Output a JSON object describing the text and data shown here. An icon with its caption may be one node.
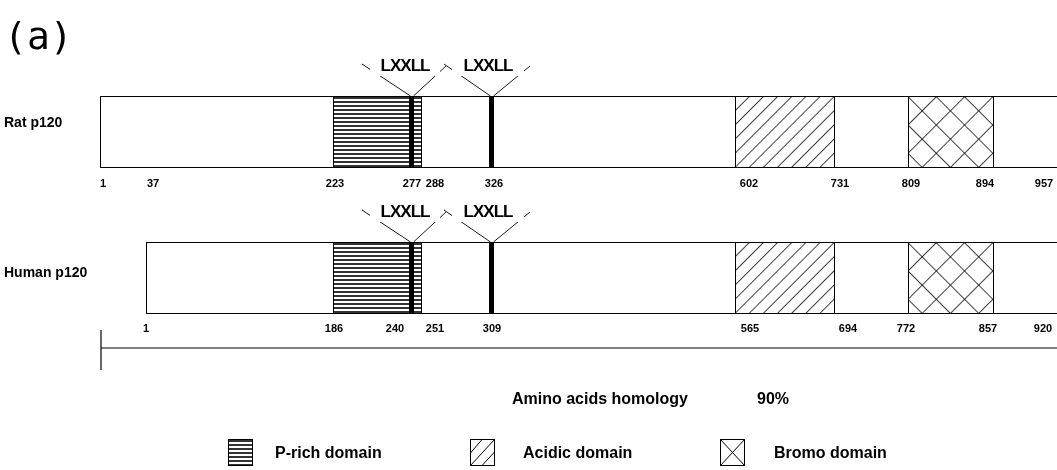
{
  "diagram": {
    "nodes": [
      {
        "text": [
          "LXXLL"
        ]
      },
      {
        "text": [
          "LXXLL"
        ]
      },
      {
        "text": [
          "Rat p120"
        ]
      },
      {
        "text": [],
        "shape": "bar",
        "in": 12
      },
      {
        "text": [],
        "shape": "bar",
        "in": 2
      },
      {
        "text": [
          "LXXLL"
        ]
      },
      {
        "text": [
          "LXXLL"
        ]
      },
      {
        "text": [
          "Human p120"
        ]
      },
      {
        "text": [],
        "shape": "bar",
        "in": 15
      },
      {
        "text": [],
        "shape": "bar",
        "in": 7
      },
      {
        "text": [],
        "shape": "box",
        "in": 2
      },
      {
        "text": [],
        "shape": "box",
        "in": 2
      },
      {
        "text": [],
        "shape": "box",
        "in": 2
      },
      {
        "text": [],
        "shape": "box",
        "in": 7
      },
      {
        "text": [],
        "shape": "box",
        "in": 7
      },
      {
        "text": [],
        "shape": "box",
        "in": 7
      }
    ],
    "edges": [
      {
        "from": 0,
        "to": 3,
        "arrow": "none"
      },
      {
        "from": 1,
        "to": 4,
        "arrow": "none"
      },
      {
        "from": 5,
        "to": 8,
        "arrow": "none"
      },
      {
        "from": 6,
        "to": 9,
        "arrow": "none"
      }
    ],
    "labels": [
      "(a)",
      "1",
      "37",
      "223",
      "277",
      "288",
      "326",
      "602",
      "731",
      "809",
      "894",
      "957",
      "1",
      "186",
      "240",
      "251",
      "309",
      "565",
      "694",
      "772",
      "857",
      "920",
      "Amino acids homology",
      "90%"
    ],
    "legend": [
      {
        "text": "P-rich domain"
      },
      {
        "text": "Acidic domain"
      },
      {
        "text": "Bromo domain"
      }
    ]
  }
}
